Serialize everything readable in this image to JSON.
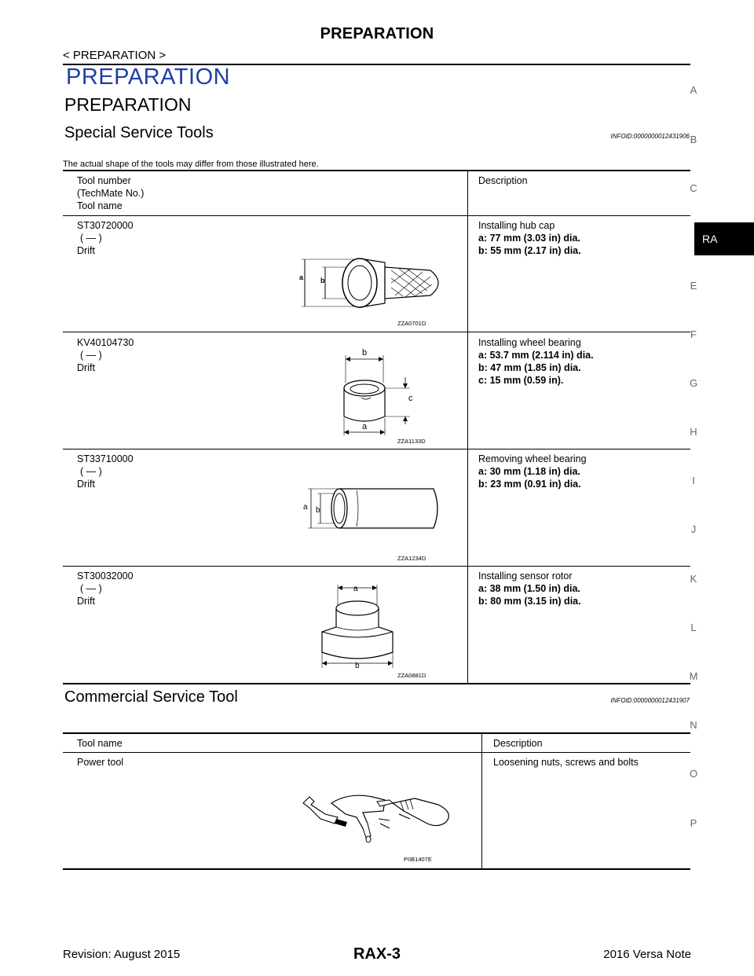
{
  "header": {
    "title": "PREPARATION",
    "breadcrumb": "< PREPARATION >"
  },
  "page_title": "PREPARATION",
  "section_title": "PREPARATION",
  "special": {
    "title": "Special Service Tools",
    "infoid": "INFOID:0000000012431906",
    "note": "The actual shape of the tools may differ from those illustrated here.",
    "col_tool_lines": [
      "Tool number",
      "(TechMate No.)",
      "Tool name"
    ],
    "col_desc": "Description",
    "rows": [
      {
        "number": "ST30720000",
        "techmate": "( — )",
        "name": "Drift",
        "image_code": "ZZA0701D",
        "desc": "Installing hub cap",
        "specs": [
          "a: 77 mm (3.03 in) dia.",
          "b: 55 mm (2.17 in) dia."
        ]
      },
      {
        "number": "KV40104730",
        "techmate": "( — )",
        "name": "Drift",
        "image_code": "ZZA1133D",
        "desc": "Installing wheel bearing",
        "specs": [
          "a: 53.7 mm (2.114 in) dia.",
          "b: 47 mm (1.85 in) dia.",
          "c: 15 mm (0.59 in)."
        ]
      },
      {
        "number": "ST33710000",
        "techmate": "( — )",
        "name": "Drift",
        "image_code": "ZZA1234D",
        "desc": "Removing wheel bearing",
        "specs": [
          "a: 30 mm (1.18 in) dia.",
          "b: 23 mm (0.91 in) dia."
        ]
      },
      {
        "number": "ST30032000",
        "techmate": "( — )",
        "name": "Drift",
        "image_code": "ZZA0881D",
        "desc": "Installing sensor rotor",
        "specs": [
          "a: 38 mm (1.50 in) dia.",
          "b: 80 mm (3.15 in) dia."
        ]
      }
    ]
  },
  "commercial": {
    "title": "Commercial Service Tool",
    "infoid": "INFOID:0000000012431907",
    "col_tool": "Tool name",
    "col_desc": "Description",
    "rows": [
      {
        "name": "Power tool",
        "desc": "Loosening nuts, screws and bolts",
        "image_code": "PIIB1407E"
      }
    ]
  },
  "side_index": [
    "A",
    "B",
    "C",
    "E",
    "F",
    "G",
    "H",
    "I",
    "J",
    "K",
    "L",
    "M",
    "N",
    "O",
    "P"
  ],
  "side_active": "RA",
  "footer": {
    "revision": "Revision: August 2015",
    "page": "RAX-3",
    "model": "2016 Versa Note"
  },
  "diagram_labels": {
    "a": "a",
    "b": "b",
    "c": "c"
  }
}
